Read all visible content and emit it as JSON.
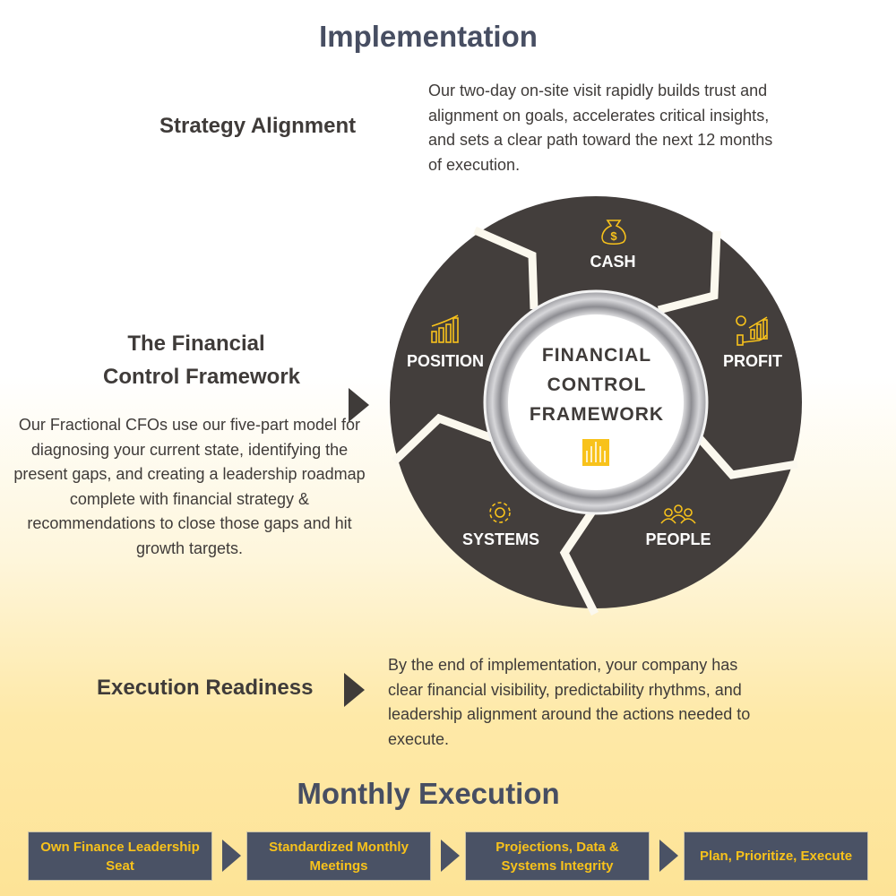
{
  "title": "Implementation",
  "strategy": {
    "heading": "Strategy Alignment",
    "text": "Our two-day on-site visit rapidly builds trust and alignment on goals, accelerates critical insights, and sets a clear path toward the next 12 months of execution."
  },
  "framework": {
    "heading_line1": "The Financial",
    "heading_line2": "Control Framework",
    "text": "Our Fractional CFOs use our five-part model for diagnosing your current state, identifying the present gaps, and creating a leadership roadmap complete with financial strategy & recommendations to close those gaps and hit growth targets."
  },
  "wheel": {
    "center_line1": "FINANCIAL",
    "center_line2": "CONTROL",
    "center_line3": "FRAMEWORK",
    "segments": [
      {
        "label": "CASH",
        "icon": "money-bag-icon"
      },
      {
        "label": "PROFIT",
        "icon": "profit-growth-icon"
      },
      {
        "label": "PEOPLE",
        "icon": "people-icon"
      },
      {
        "label": "SYSTEMS",
        "icon": "gear-icon"
      },
      {
        "label": "POSITION",
        "icon": "bar-chart-icon"
      }
    ]
  },
  "execution": {
    "heading": "Execution Readiness",
    "text": "By the end of implementation, your company has clear financial visibility, predictability rhythms, and leadership alignment around the actions needed to execute."
  },
  "monthly": {
    "title": "Monthly Execution",
    "steps": [
      "Own Finance Leadership Seat",
      "Standardized Monthly Meetings",
      "Projections, Data & Systems Integrity",
      "Plan, Prioritize, Execute"
    ]
  },
  "colors": {
    "dark": "#3f3b39",
    "accent": "#f8c21b",
    "slate": "#4a5265"
  }
}
